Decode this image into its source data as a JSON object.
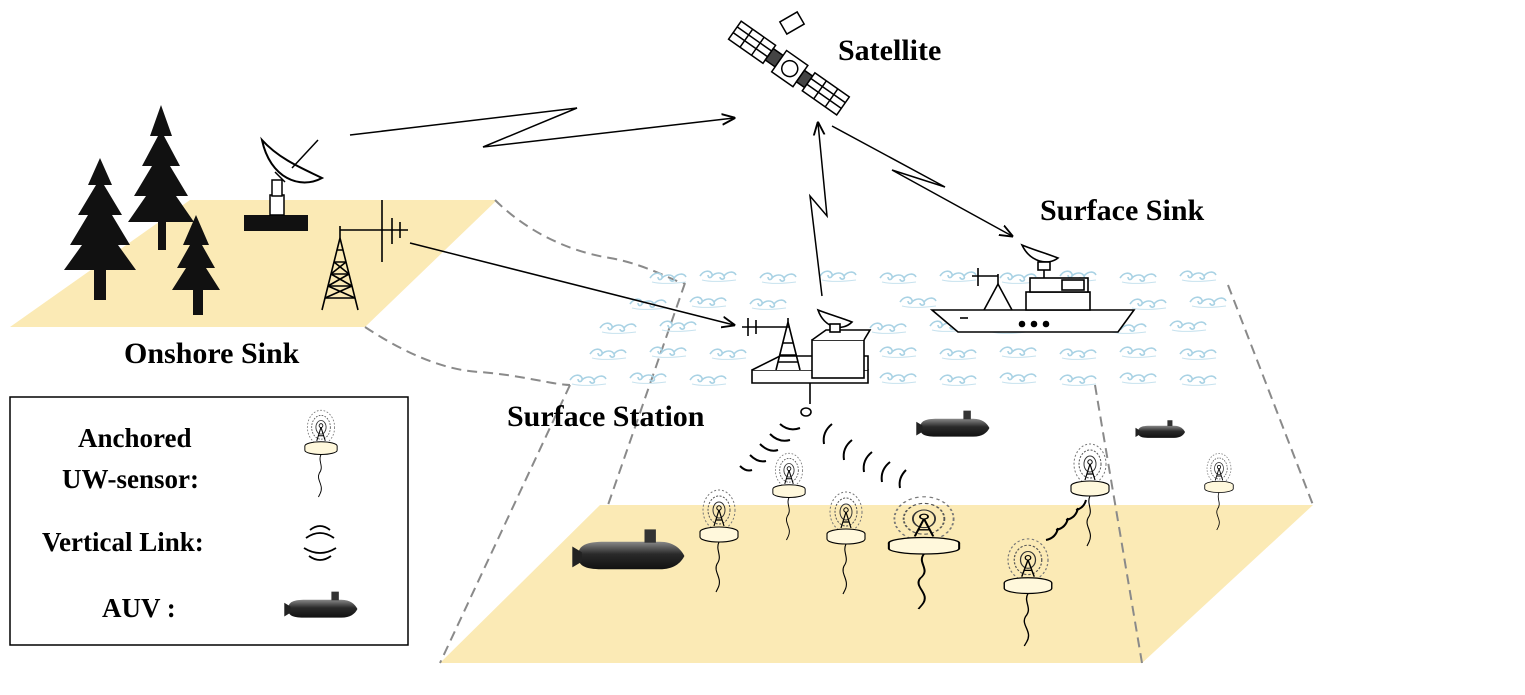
{
  "labels": {
    "satellite": "Satellite",
    "surface_sink": "Surface Sink",
    "onshore_sink": "Onshore Sink",
    "surface_station": "Surface Station"
  },
  "legend": {
    "anchored_line1": "Anchored",
    "anchored_line2": "UW-sensor:",
    "vertical_link": "Vertical  Link:",
    "auv": "AUV :"
  },
  "colors": {
    "sand": "#fbeab5",
    "water_wave": "#a9d2e4",
    "vehicle": "#3a3a3a",
    "line": "#000000",
    "dashed": "#8a8a8a"
  }
}
